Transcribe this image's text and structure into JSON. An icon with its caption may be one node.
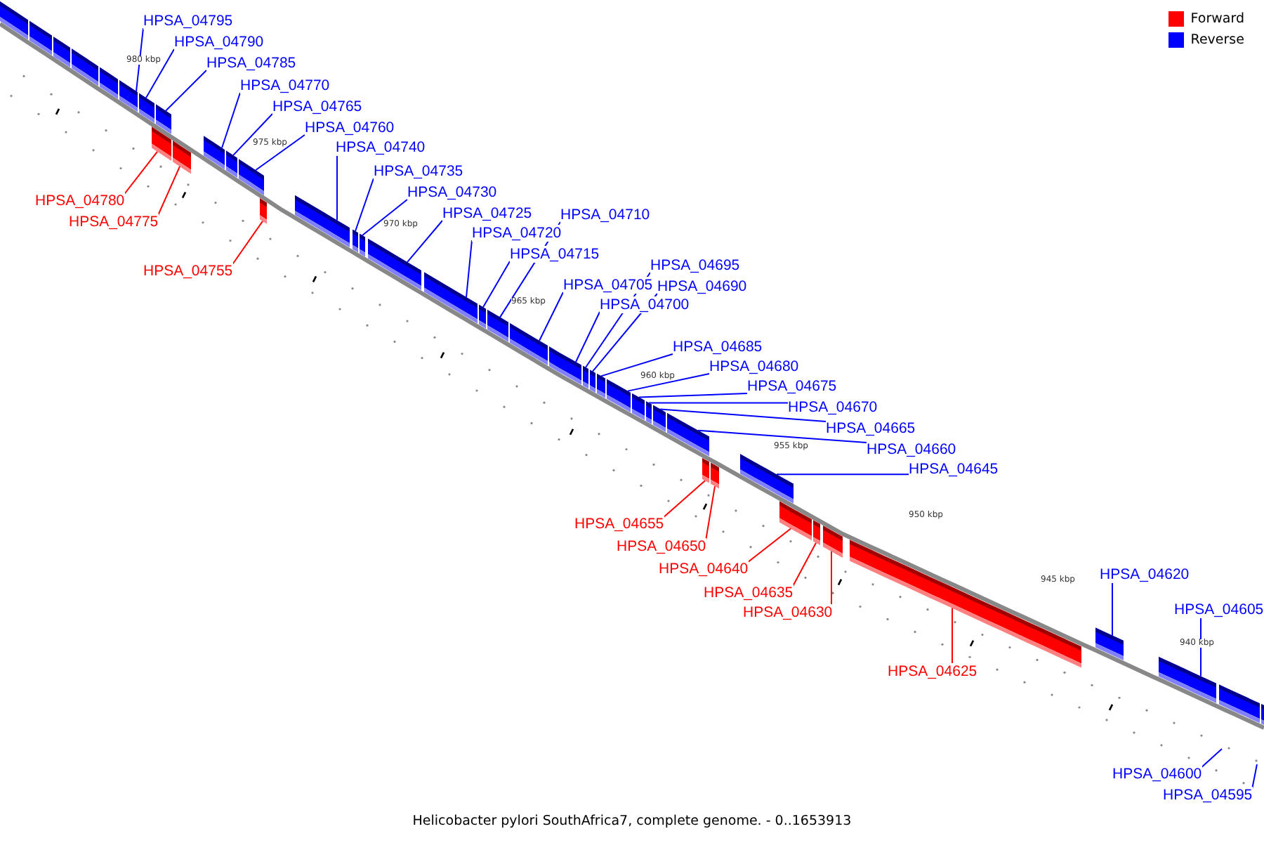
{
  "diagram": {
    "caption": "Helicobacter pylori SouthAfrica7, complete genome. - 0..1653913",
    "nodes": [
      {
        "text": [
          "HPSA_04795"
        ]
      },
      {
        "text": [
          "HPSA_04790"
        ]
      },
      {
        "text": [
          "HPSA_04785"
        ]
      },
      {
        "text": [
          "HPSA_04770"
        ]
      },
      {
        "text": [
          "HPSA_04765"
        ]
      },
      {
        "text": [
          "HPSA_04760"
        ]
      },
      {
        "text": [
          "HPSA_04740"
        ]
      },
      {
        "text": [
          "HPSA_04735"
        ]
      },
      {
        "text": [
          "HPSA_04730"
        ]
      },
      {
        "text": [
          "HPSA_04780"
        ]
      },
      {
        "text": [
          "HPSA_04725"
        ]
      },
      {
        "text": [
          "HPSA_04710"
        ]
      },
      {
        "text": [
          "HPSA_04775"
        ]
      },
      {
        "text": [
          "HPSA_04720"
        ]
      },
      {
        "text": [
          "HPSA_04715"
        ]
      },
      {
        "text": [
          "HPSA_04695"
        ]
      },
      {
        "text": [
          "HPSA_04755"
        ]
      },
      {
        "text": [
          "HPSA_04705"
        ]
      },
      {
        "text": [
          "HPSA_04690"
        ]
      },
      {
        "text": [
          "HPSA_04700"
        ]
      },
      {
        "text": [
          "HPSA_04685"
        ]
      },
      {
        "text": [
          "HPSA_04680"
        ]
      },
      {
        "text": [
          "HPSA_04675"
        ]
      },
      {
        "text": [
          "HPSA_04670"
        ]
      },
      {
        "text": [
          "HPSA_04665"
        ]
      },
      {
        "text": [
          "HPSA_04660"
        ]
      },
      {
        "text": [
          "HPSA_04645"
        ]
      },
      {
        "text": [
          "HPSA_04655"
        ]
      },
      {
        "text": [
          "HPSA_04650"
        ]
      },
      {
        "text": [
          "HPSA_04640"
        ]
      },
      {
        "text": [
          "HPSA_04620"
        ]
      },
      {
        "text": [
          "HPSA_04635"
        ]
      },
      {
        "text": [
          "HPSA_04630"
        ]
      },
      {
        "text": [
          "HPSA_04605"
        ]
      },
      {
        "text": [
          "HPSA_04625"
        ]
      },
      {
        "text": [
          "HPSA_04600"
        ]
      },
      {
        "text": [
          "HPSA_04595"
        ]
      },
      {
        "text": [],
        "shape": "bar"
      },
      {
        "text": [],
        "shape": "bar"
      },
      {
        "text": [],
        "shape": "bar"
      },
      {
        "text": [],
        "shape": "bar"
      },
      {
        "text": [],
        "shape": "bar"
      },
      {
        "text": [],
        "shape": "bar"
      },
      {
        "text": [],
        "shape": "bar"
      },
      {
        "text": [],
        "shape": "bar"
      },
      {
        "text": [],
        "shape": "bar"
      },
      {
        "text": [],
        "shape": "bar"
      },
      {
        "text": [],
        "shape": "bar"
      },
      {
        "text": [],
        "shape": "bar"
      },
      {
        "text": [],
        "shape": "bar"
      },
      {
        "text": [],
        "shape": "bar"
      },
      {
        "text": [],
        "shape": "bar"
      },
      {
        "text": [],
        "shape": "bar"
      },
      {
        "text": [],
        "shape": "bar"
      },
      {
        "text": [],
        "shape": "bar"
      },
      {
        "text": [],
        "shape": "bar"
      },
      {
        "text": [],
        "shape": "bar"
      },
      {
        "text": [],
        "shape": "bar"
      },
      {
        "text": [],
        "shape": "bar"
      },
      {
        "text": [],
        "shape": "bar"
      },
      {
        "text": [],
        "shape": "bar"
      },
      {
        "text": [],
        "shape": "bar"
      },
      {
        "text": [],
        "shape": "bar"
      },
      {
        "text": [],
        "shape": "bar"
      },
      {
        "text": [],
        "shape": "bar"
      },
      {
        "text": [],
        "shape": "bar"
      },
      {
        "text": [],
        "shape": "bar"
      },
      {
        "text": [],
        "shape": "bar"
      },
      {
        "text": [],
        "shape": "bar"
      },
      {
        "text": [],
        "shape": "bar"
      },
      {
        "text": [],
        "shape": "bar"
      },
      {
        "text": [],
        "shape": "bar"
      },
      {
        "text": [],
        "shape": "bar"
      },
      {
        "text": [],
        "shape": "bar"
      },
      {
        "text": [],
        "shape": "bar"
      },
      {
        "text": [],
        "shape": "bar"
      },
      {
        "text": [],
        "shape": "bar"
      },
      {
        "text": [],
        "shape": "bar"
      },
      {
        "text": [],
        "shape": "bar"
      }
    ],
    "edges": [
      {
        "from": 0,
        "to": 42,
        "arrow": "none"
      },
      {
        "from": 1,
        "to": 43,
        "arrow": "none"
      },
      {
        "from": 2,
        "to": 45,
        "arrow": "none"
      },
      {
        "from": 3,
        "to": 47,
        "arrow": "none"
      },
      {
        "from": 4,
        "to": 48,
        "arrow": "none"
      },
      {
        "from": 5,
        "to": 49,
        "arrow": "none"
      },
      {
        "from": 6,
        "to": 51,
        "arrow": "none"
      },
      {
        "from": 7,
        "to": 52,
        "arrow": "none"
      },
      {
        "from": 8,
        "to": 53,
        "arrow": "none"
      },
      {
        "from": 9,
        "to": 44,
        "arrow": "none",
        "color": "#ff0000"
      },
      {
        "from": 10,
        "to": 54,
        "arrow": "none"
      },
      {
        "from": 11,
        "to": 57,
        "arrow": "none"
      },
      {
        "from": 12,
        "to": 46,
        "arrow": "none",
        "color": "#ff0000"
      },
      {
        "from": 13,
        "to": 55,
        "arrow": "none"
      },
      {
        "from": 14,
        "to": 56,
        "arrow": "none"
      },
      {
        "from": 15,
        "to": 60,
        "arrow": "none"
      },
      {
        "from": 16,
        "to": 50,
        "arrow": "none",
        "color": "#ff0000"
      },
      {
        "from": 17,
        "to": 58,
        "arrow": "none"
      },
      {
        "from": 18,
        "to": 61,
        "arrow": "none"
      },
      {
        "from": 19,
        "to": 59,
        "arrow": "none"
      },
      {
        "from": 20,
        "to": 62,
        "arrow": "none"
      },
      {
        "from": 21,
        "to": 63,
        "arrow": "none"
      },
      {
        "from": 22,
        "to": 64,
        "arrow": "none"
      },
      {
        "from": 23,
        "to": 65,
        "arrow": "none"
      },
      {
        "from": 24,
        "to": 66,
        "arrow": "none"
      },
      {
        "from": 25,
        "to": 67,
        "arrow": "none"
      },
      {
        "from": 26,
        "to": 70,
        "arrow": "none"
      },
      {
        "from": 27,
        "to": 68,
        "arrow": "none",
        "color": "#ff0000"
      },
      {
        "from": 28,
        "to": 69,
        "arrow": "none",
        "color": "#ff0000"
      },
      {
        "from": 29,
        "to": 71,
        "arrow": "none",
        "color": "#ff0000"
      },
      {
        "from": 30,
        "to": 75,
        "arrow": "none"
      },
      {
        "from": 31,
        "to": 72,
        "arrow": "none",
        "color": "#ff0000"
      },
      {
        "from": 32,
        "to": 73,
        "arrow": "none",
        "color": "#ff0000"
      },
      {
        "from": 33,
        "to": 76,
        "arrow": "none"
      },
      {
        "from": 34,
        "to": 74,
        "arrow": "none",
        "color": "#ff0000"
      },
      {
        "from": 35,
        "to": null,
        "arrow": "none"
      },
      {
        "from": 36,
        "to": null,
        "arrow": "none"
      }
    ],
    "labels": [
      "980 kbp",
      "975 kbp",
      "970 kbp",
      "965 kbp",
      "960 kbp",
      "955 kbp",
      "950 kbp",
      "945 kbp",
      "940 kbp"
    ],
    "legend": [
      {
        "text": "Forward",
        "color": "#ff0000"
      },
      {
        "text": "Reverse",
        "color": "#0000ff"
      }
    ]
  }
}
